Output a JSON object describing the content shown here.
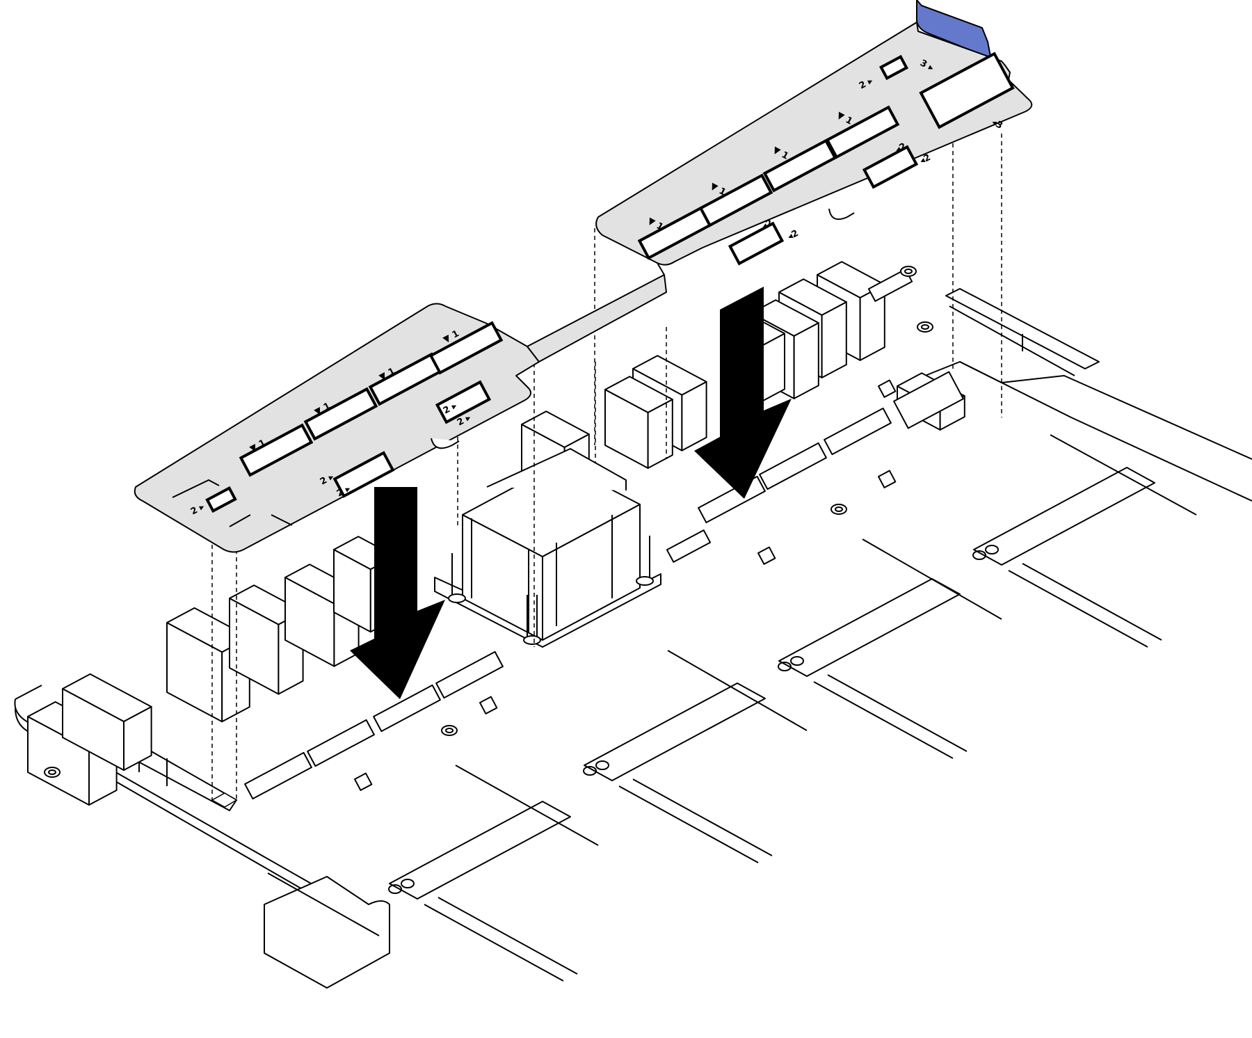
{
  "diagram": {
    "kind": "isometric installation illustration",
    "colors": {
      "background": "#ffffff",
      "line": "#000000",
      "plate": "#e2e2e2",
      "tab": "#6478cc",
      "arrow": "#000000"
    },
    "front_plate": {
      "labels": {
        "s1": "▼ 1",
        "s2": "▼ 1",
        "s3": "▼ 1",
        "s4": "▼ 1",
        "p1": "2 ▸",
        "p2": "2 ▸",
        "p3": "2 ▸",
        "p4": "2 ▸",
        "p5": "2 ▸"
      }
    },
    "rear_plate": {
      "labels": {
        "s1": "▼ 1",
        "s2": "▼ 1",
        "s3": "▼ 1",
        "s4": "▼ 1",
        "p1": "◂2",
        "p2": "◂2",
        "p3": "◂2",
        "p4": "◂2",
        "p5": "2 ▸",
        "p6": "3 ▸",
        "p7": "◂3"
      }
    },
    "arrows": [
      "front-down-arrow",
      "rear-down-arrow"
    ]
  }
}
